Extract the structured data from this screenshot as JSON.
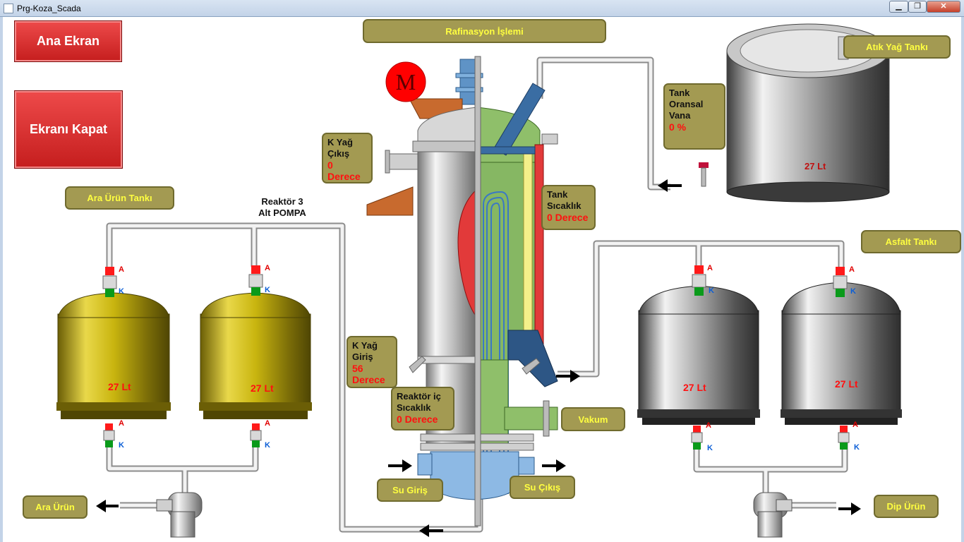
{
  "window": {
    "title": "Prg-Koza_Scada",
    "min_label": "▁",
    "max_label": "❐",
    "close_label": "✕"
  },
  "buttons": {
    "main_screen": "Ana Ekran",
    "close_screen": "Ekranı  Kapat"
  },
  "labels": {
    "process": "Rafinasyon İşlemi",
    "waste_oil_tank": "Atık Yağ Tankı",
    "intermediate_tank": "Ara Ürün Tankı",
    "asphalt_tank": "Asfalt Tankı",
    "vacuum": "Vakum",
    "water_in": "Su Giriş",
    "water_out": "Su Çıkış",
    "intermediate_product": "Ara Ürün",
    "bottom_product": "Dip Ürün",
    "pump_label": "Reaktör  3\nAlt POMPA",
    "motor": "M",
    "valve_a": "A",
    "valve_k": "K"
  },
  "readouts": {
    "k_oil_out": {
      "label": "K Yağ\nÇıkış",
      "value": "0 Derece"
    },
    "k_oil_in": {
      "label": "K Yağ\nGiriş",
      "value": "56 Derece"
    },
    "tank_temp": {
      "label": "Tank\nSıcaklık",
      "value": "0 Derece"
    },
    "reactor_temp": {
      "label": "Reaktör iç\nSıcaklık",
      "value": "0 Derece"
    },
    "tank_ratio": {
      "label": "Tank\nOransal\nVana",
      "value": "0 %"
    }
  },
  "tanks": {
    "waste": "27 Lt",
    "inter_1": "27 Lt",
    "inter_2": "27 Lt",
    "asphalt_1": "27 Lt",
    "asphalt_2": "27 Lt"
  },
  "colors": {
    "button_red": "#d62828",
    "label_olive": "#a39a52",
    "label_text": "#ffff40",
    "value_red": "#ff1010",
    "tank_gold": "#c9b50f",
    "tank_silver": "#b0b0b0"
  },
  "icons": {
    "arrow": "arrow-icon",
    "motor": "motor-icon",
    "valve": "valve-icon",
    "pump": "pump-icon"
  }
}
